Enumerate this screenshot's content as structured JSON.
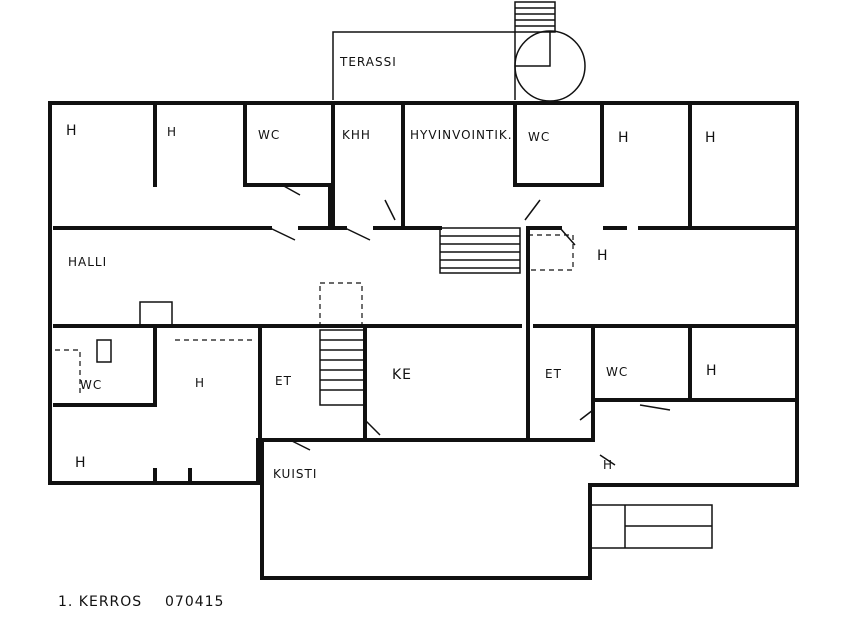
{
  "plan": {
    "caption": "1. KERROS",
    "date": "070415",
    "rooms": {
      "terassi": "TERASSI",
      "h1": "H",
      "h2": "H",
      "wc1": "WC",
      "khh": "KHH",
      "hyvinvointi": "HYVINVOINTIK.",
      "wc2": "WC",
      "h3": "H",
      "h4": "H",
      "halli": "HALLI",
      "h5": "H",
      "wc3": "WC",
      "h6": "H",
      "et1": "ET",
      "ke": "KE",
      "et2": "ET",
      "wc4": "WC",
      "h7": "H",
      "h8": "H",
      "kuisti": "KUISTI",
      "h9": "H"
    }
  }
}
